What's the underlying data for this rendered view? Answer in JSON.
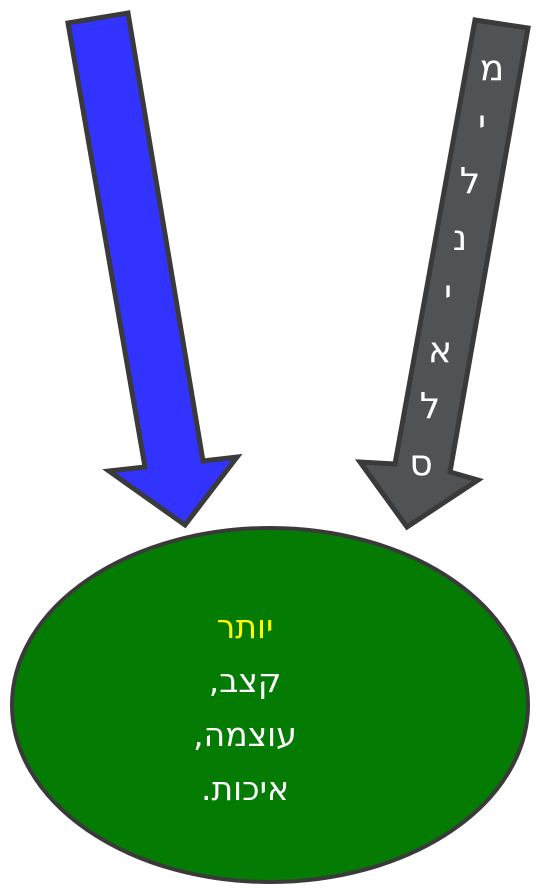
{
  "colors": {
    "left_arrow_fill": "#3333ff",
    "right_arrow_fill": "#505356",
    "ellipse_fill": "#047c04",
    "outline": "#3a3a3a",
    "highlight_text": "#ffff00",
    "body_text": "#ffffff"
  },
  "right_arrow": {
    "letters": [
      "מ",
      "י",
      "ל",
      "נ",
      "י",
      "א",
      "ל",
      "ס"
    ]
  },
  "ellipse": {
    "lines": [
      "יותר",
      "קצב,",
      "עוצמה,",
      "איכות."
    ]
  }
}
